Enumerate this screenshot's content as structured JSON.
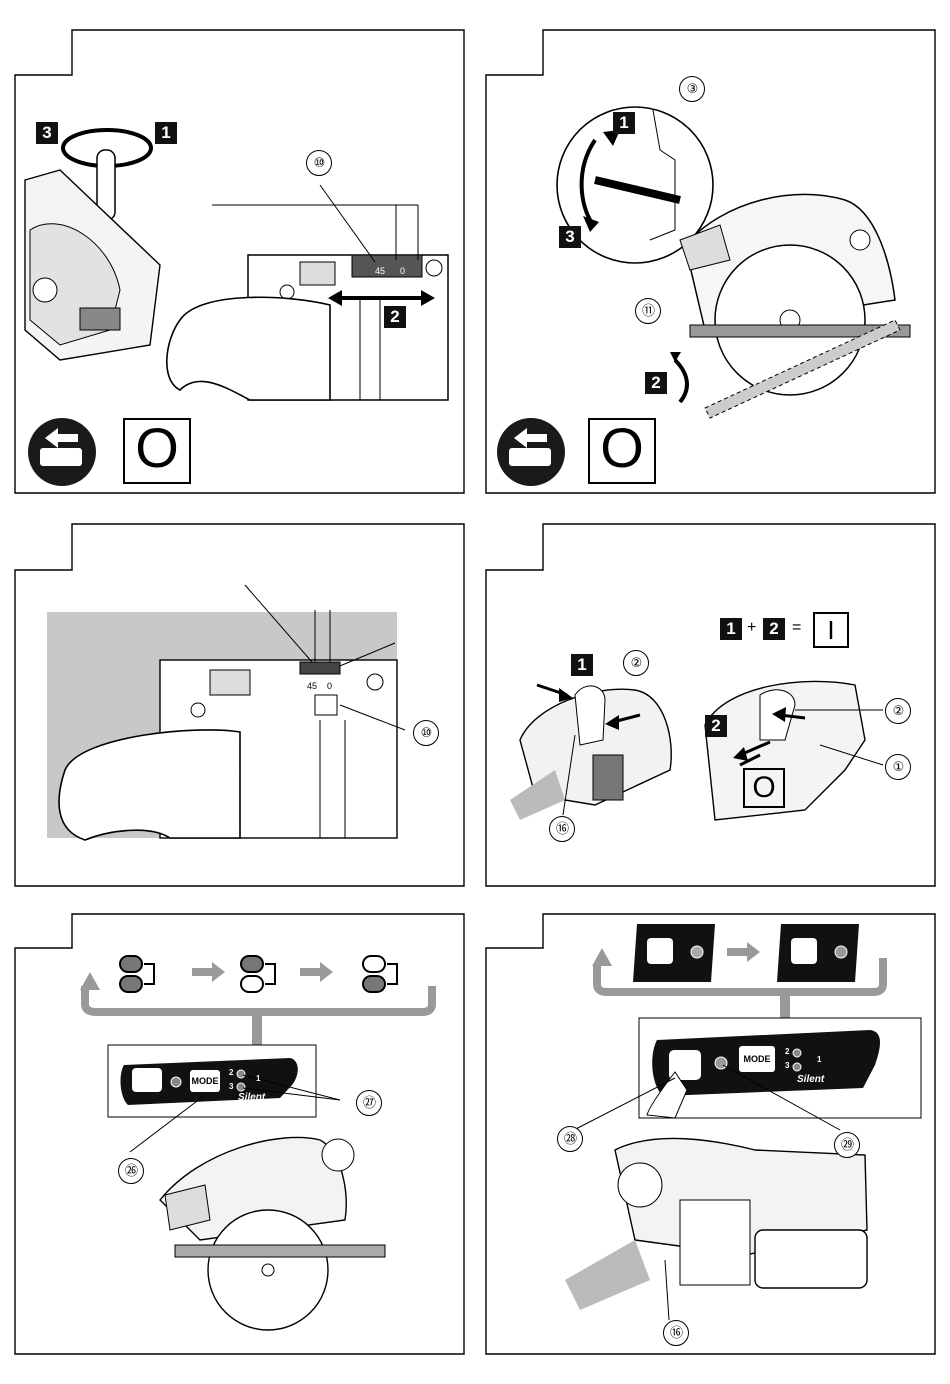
{
  "panel1": {
    "step3": "3",
    "step1": "1",
    "step2": "2",
    "callout": "⑩",
    "scale_45": "45",
    "scale_0": "0",
    "setting_symbol": "O"
  },
  "panel2": {
    "callout_3": "③",
    "callout_11": "⑪",
    "step1": "1",
    "step3": "3",
    "step2": "2",
    "setting_symbol": "O"
  },
  "panel3": {
    "scale_45": "45",
    "scale_0": "0",
    "callout": "⑩"
  },
  "panel4": {
    "eq_step1": "1",
    "eq_plus": "+",
    "eq_step2": "2",
    "eq_equals": "=",
    "eq_result": "I",
    "step1": "1",
    "step2": "2",
    "callout_2a": "②",
    "callout_2b": "②",
    "callout_1": "①",
    "callout_16": "⑯",
    "setting_symbol": "O"
  },
  "panel5": {
    "mode_label": "MODE",
    "level_2": "2",
    "level_1": "1",
    "level_3": "3",
    "silent_label": "Silent",
    "callout_26": "㉖",
    "callout_27": "㉗"
  },
  "panel6": {
    "mode_label": "MODE",
    "level_2": "2",
    "level_1": "1",
    "level_3": "3",
    "silent_label": "Silent",
    "callout_28": "㉘",
    "callout_29": "㉙",
    "callout_16": "⑯"
  }
}
